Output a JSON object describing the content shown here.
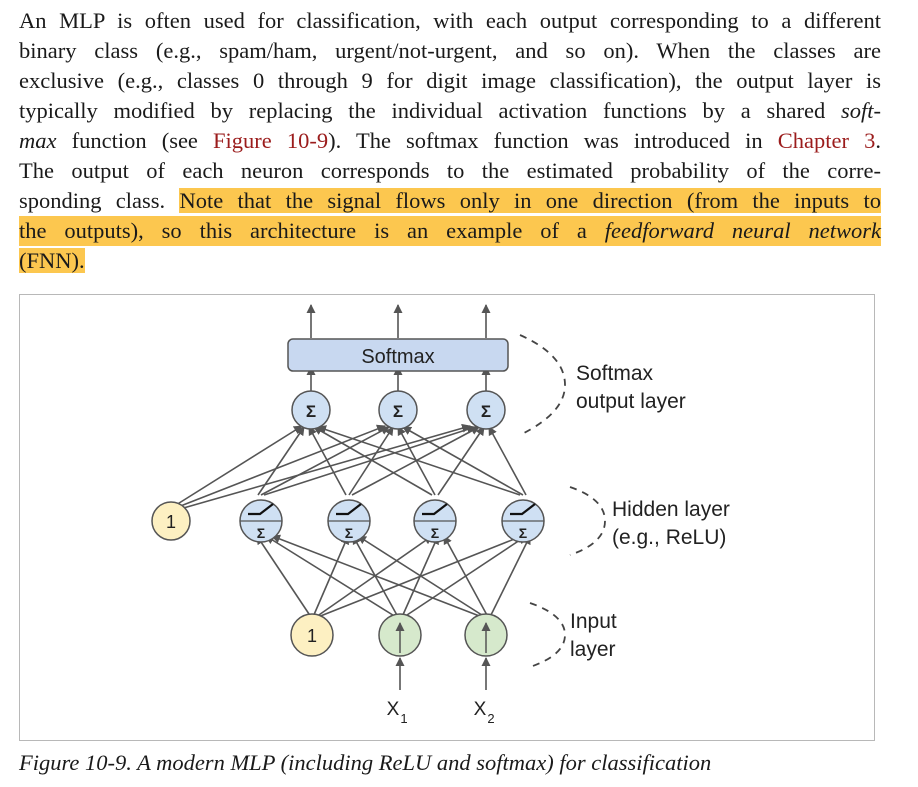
{
  "paragraph": {
    "line1": "An MLP is often used for classification, with each output corresponding to a different",
    "line2": "binary class (e.g., spam/ham, urgent/not-urgent, and so on). When the classes are",
    "line3": "exclusive (e.g., classes 0 through 9 for digit image classification), the output layer is",
    "line4_a": "typically modified by replacing the individual activation functions by a shared",
    "line4_em": "soft-",
    "line5_em": "max",
    "line5_a": "function (see",
    "line5_link1": "Figure 10-9",
    "line5_b": "). The softmax function was introduced in",
    "line5_link2": "Chapter 3",
    "line5_c": ".",
    "line6": "The output of each neuron corresponds to the estimated probability of the corre-",
    "line7_a": "sponding class.",
    "line7_hl": "Note that the signal flows only in one direction (from the inputs to",
    "line8_hl": "the outputs), so this architecture is an example of a",
    "line8_em": "feedforward neural network",
    "line9_hl": "(FNN)."
  },
  "figure": {
    "softmax_box": "Softmax",
    "sum_symbol": "Σ",
    "bias_label": "1",
    "input_labels": {
      "x1": "X",
      "x1_sub": "1",
      "x2": "X",
      "x2_sub": "2"
    },
    "layer_labels": {
      "output_1": "Softmax",
      "output_2": "output layer",
      "hidden_1": "Hidden layer",
      "hidden_2": "(e.g., ReLU)",
      "input_1": "Input",
      "input_2": "layer"
    },
    "colors": {
      "output_node": "#cfe0f3",
      "hidden_node": "#cfe0f3",
      "input_node": "#d6e9cc",
      "bias_node": "#fdf0c2",
      "softmax_box": "#c8d8f0",
      "highlight": "#fcc74f",
      "link": "#9b1c1c"
    }
  },
  "caption": "Figure 10-9. A modern MLP (including ReLU and softmax) for classification"
}
